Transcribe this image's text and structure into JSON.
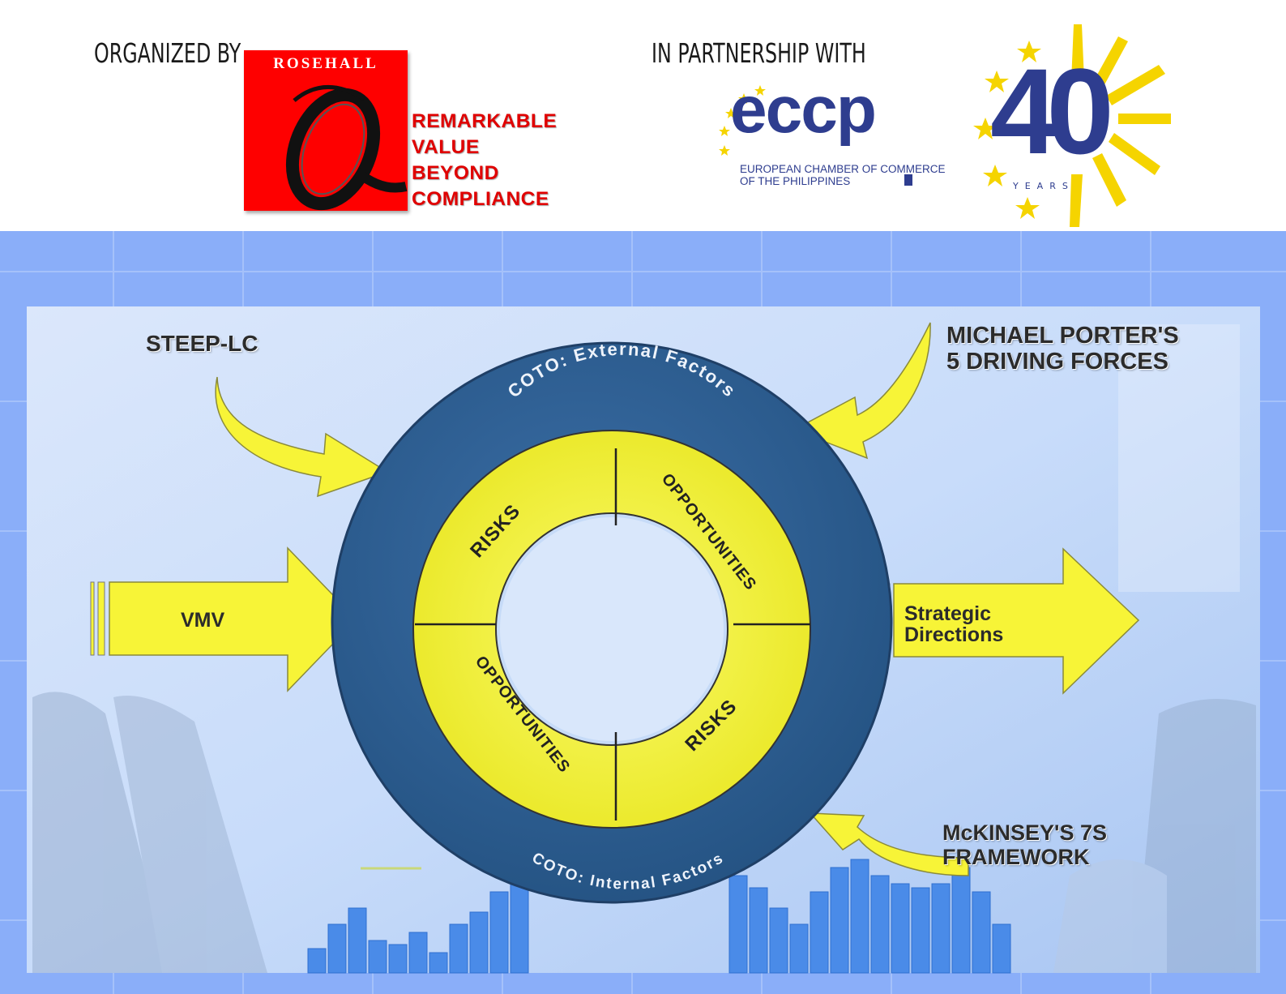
{
  "header": {
    "organized_by": "ORGANIZED BY",
    "in_partnership": "IN PARTNERSHIP WITH",
    "rosehall": {
      "name": "ROSEHALL",
      "tagline": [
        "REMARKABLE",
        "VALUE",
        "BEYOND",
        "COMPLIANCE"
      ]
    },
    "eccp": {
      "name": "eccp",
      "full_name_line1": "EUROPEAN CHAMBER OF COMMERCE",
      "full_name_line2": "OF THE PHILIPPINES",
      "anniversary": "40",
      "anniversary_unit": "YEARS"
    }
  },
  "diagram": {
    "ring_outer_top": "COTO: External Factors",
    "ring_outer_bottom": "COTO: Internal Factors",
    "quadrants": {
      "top_left": "RISKS",
      "top_right": "OPPORTUNITIES",
      "bottom_left": "OPPORTUNITIES",
      "bottom_right": "RISKS"
    },
    "inputs": {
      "steep": "STEEP-LC",
      "porter_line1": "MICHAEL PORTER'S",
      "porter_line2": "5 DRIVING FORCES",
      "mckinsey_line1": "McKINSEY'S 7S",
      "mckinsey_line2": "FRAMEWORK",
      "vmv": "VMV"
    },
    "output_line1": "Strategic",
    "output_line2": "Directions"
  },
  "colors": {
    "ring_blue": "#2b5a8e",
    "quadrant_yellow": "#f4f234",
    "arrow_yellow": "#f7f437",
    "page_blue": "#8aaef9",
    "brand_red": "#fe0000",
    "eccp_navy": "#2e3d8f",
    "star_yellow": "#f5d400"
  }
}
